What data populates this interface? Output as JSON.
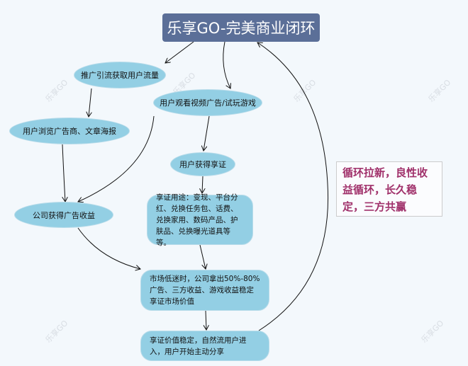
{
  "title": "乐享GO-完美商业闭环",
  "nodes": {
    "promote": "推广引流获取用户流量",
    "watch": "用户观看视频广告/试玩游戏",
    "browse": "用户浏览广告商、文章海报",
    "get_token": "用户获得享证",
    "ad_revenue": "公司获得广告收益",
    "token_use": "享证用途：变现、平台分红、兑换任务包、话费、兑换家用、数码产品、护肤品、兑换曝光道具等等。",
    "market": "市场低迷时，公司拿出50%-80%广告、三方收益、游戏收益稳定享证市场价值",
    "stable": "享证价值稳定，自然流用户进入，用户开始主动分享"
  },
  "note": "循环拉新，良性收益循环，长久稳定，三方共赢",
  "watermark": "乐享GO"
}
